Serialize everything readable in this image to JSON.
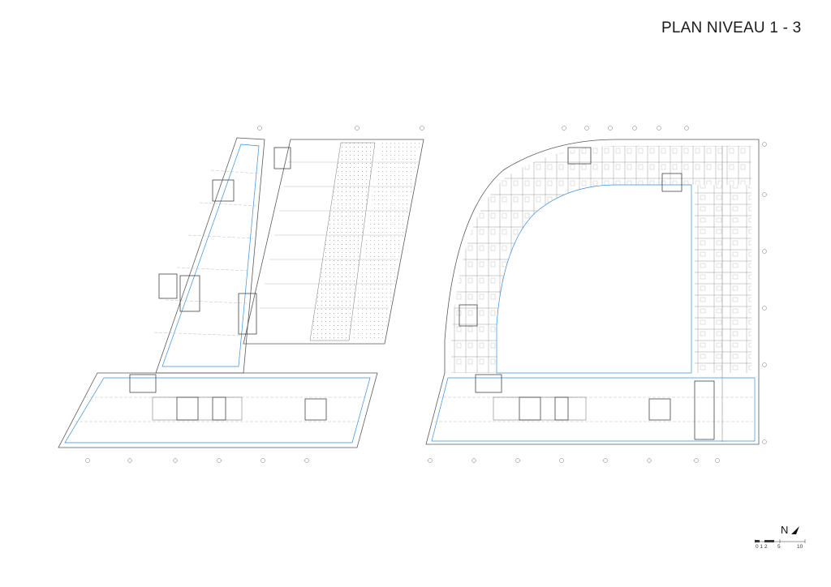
{
  "sheet": {
    "title": "PLAN NIVEAU 1 - 3",
    "north_label": "N",
    "north_icon": "north-arrow-icon",
    "scale_ticks": [
      "0 1 2",
      "5",
      "10"
    ]
  },
  "colors": {
    "line": "#5a5a5a",
    "facade": "#3a8fd9",
    "grid": "#9a9a9a",
    "hatch": "#b8b8b8"
  }
}
